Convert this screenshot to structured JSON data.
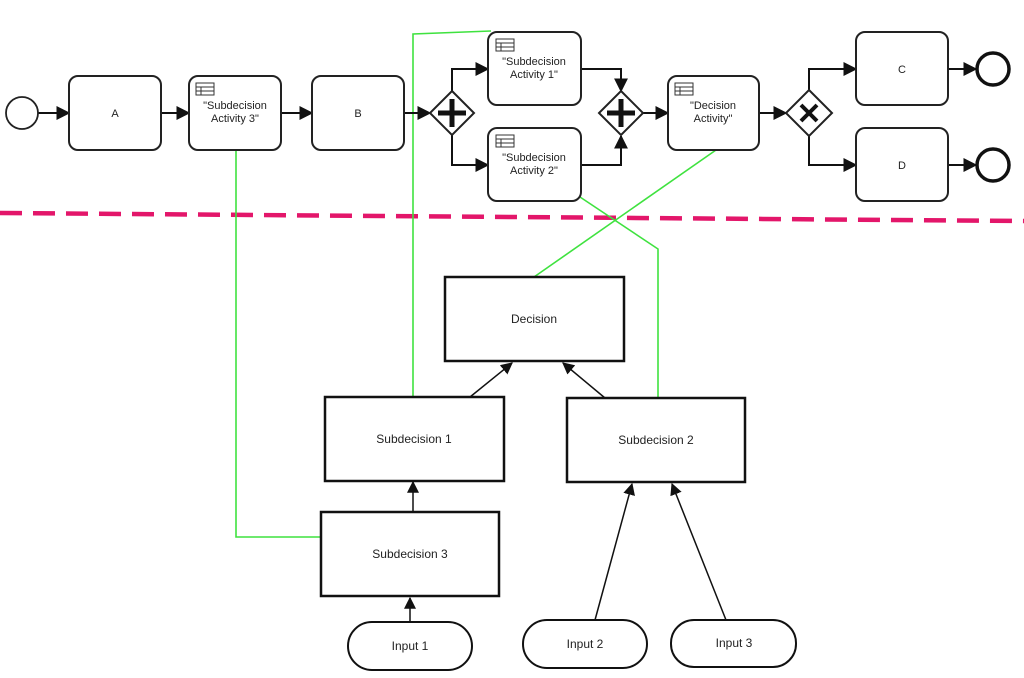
{
  "process": {
    "tasks": {
      "a": {
        "label": "A"
      },
      "sub3": {
        "line1": "\"Subdecision",
        "line2": "Activity 3\""
      },
      "b": {
        "label": "B"
      },
      "sub1": {
        "line1": "\"Subdecision",
        "line2": "Activity 1\""
      },
      "sub2": {
        "line1": "\"Subdecision",
        "line2": "Activity 2\""
      },
      "decision": {
        "line1": "\"Decision",
        "line2": "Activity\""
      },
      "c": {
        "label": "C"
      },
      "d": {
        "label": "D"
      }
    },
    "gateways": {
      "parallel_split": {
        "symbol": "+"
      },
      "parallel_join": {
        "symbol": "+"
      },
      "exclusive": {
        "symbol": "X"
      }
    }
  },
  "decision_model": {
    "decision": {
      "label": "Decision"
    },
    "subdecision1": {
      "label": "Subdecision 1"
    },
    "subdecision2": {
      "label": "Subdecision 2"
    },
    "subdecision3": {
      "label": "Subdecision 3"
    },
    "inputs": [
      {
        "label": "Input 1"
      },
      {
        "label": "Input 2"
      },
      {
        "label": "Input 3"
      }
    ]
  },
  "colors": {
    "association": "#3fe23f",
    "separator": "#e3166a"
  }
}
